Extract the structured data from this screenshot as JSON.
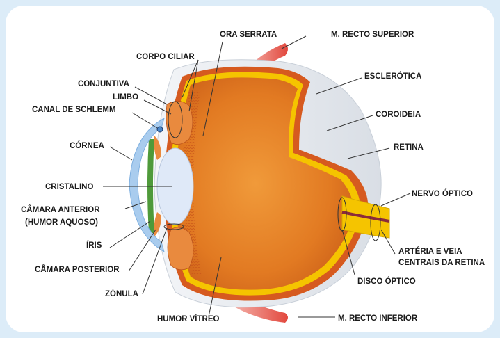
{
  "diagram": {
    "labels": {
      "ora_serrata": "ORA SERRATA",
      "m_recto_superior": "M. RECTO SUPERIOR",
      "corpo_ciliar": "CORPO CILIAR",
      "conjuntiva": "CONJUNTIVA",
      "limbo": "LIMBO",
      "canal_schlemm": "CANAL DE SCHLEMM",
      "cornea": "CÓRNEA",
      "cristalino": "CRISTALINO",
      "camara_anterior_1": "CÂMARA ANTERIOR",
      "camara_anterior_2": "(HUMOR AQUOSO)",
      "iris": "ÍRIS",
      "camara_posterior": "CÂMARA POSTERIOR",
      "zonula": "ZÓNULA",
      "humor_vitreo": "HUMOR VÍTREO",
      "esclerotica": "ESCLERÓTICA",
      "coroideia": "COROIDEIA",
      "retina": "RETINA",
      "nervo_optico": "NERVO ÓPTICO",
      "arteria_1": "ARTÉRIA E VEIA",
      "arteria_2": "CENTRAIS DA RETINA",
      "disco_optico": "DISCO ÓPTICO",
      "m_recto_inferior": "M. RECTO INFERIOR"
    },
    "colors": {
      "background": "#dcecf8",
      "sclera": "#e8edf2",
      "choroid": "#d65a1f",
      "retina": "#f5c400",
      "vitreous": "#e07d25",
      "lens": "#dfe9f8",
      "cornea": "#a9ccee",
      "iris": "#4f9a3a",
      "muscle": "#e65a50"
    }
  }
}
